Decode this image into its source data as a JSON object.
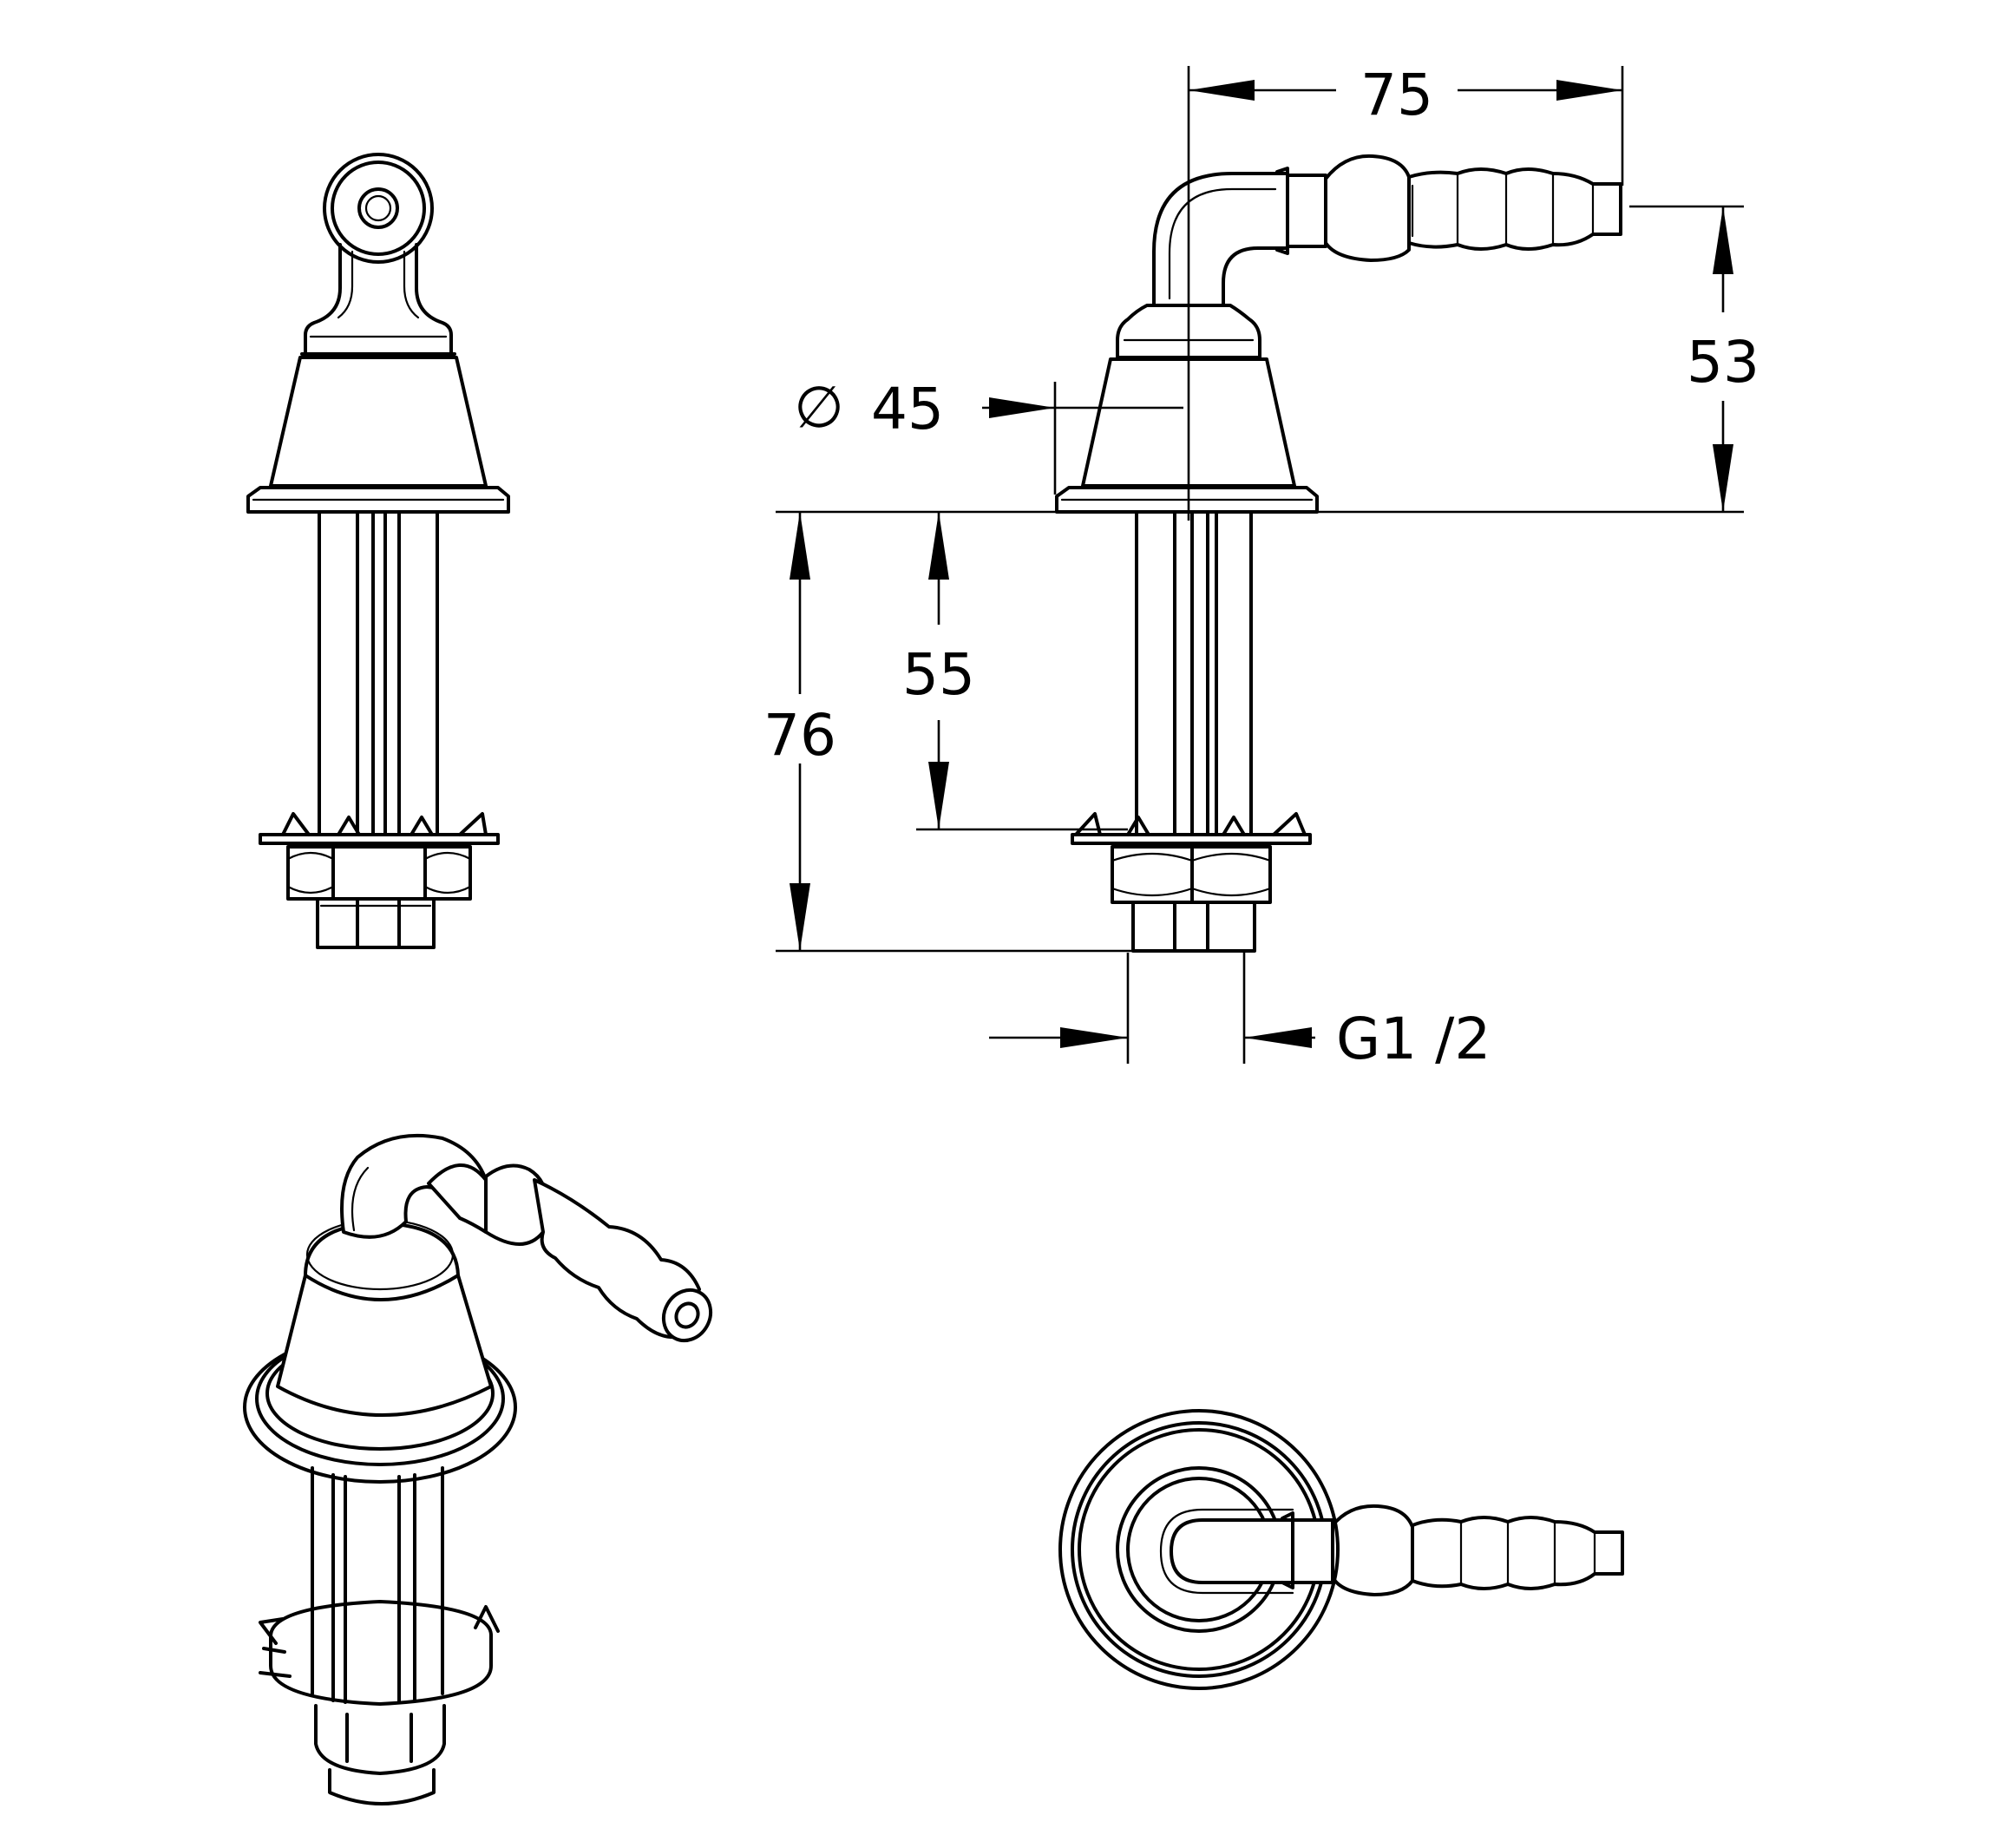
{
  "drawing": {
    "colors": {
      "line": "#000000",
      "background": "#ffffff"
    },
    "dimensions": {
      "width_top": "75",
      "height_outlet": "53",
      "diameter_flange": "45",
      "shank_to_nut": "55",
      "total_shank": "76",
      "thread": "G1 /2"
    },
    "diameter_symbol": "∅"
  }
}
